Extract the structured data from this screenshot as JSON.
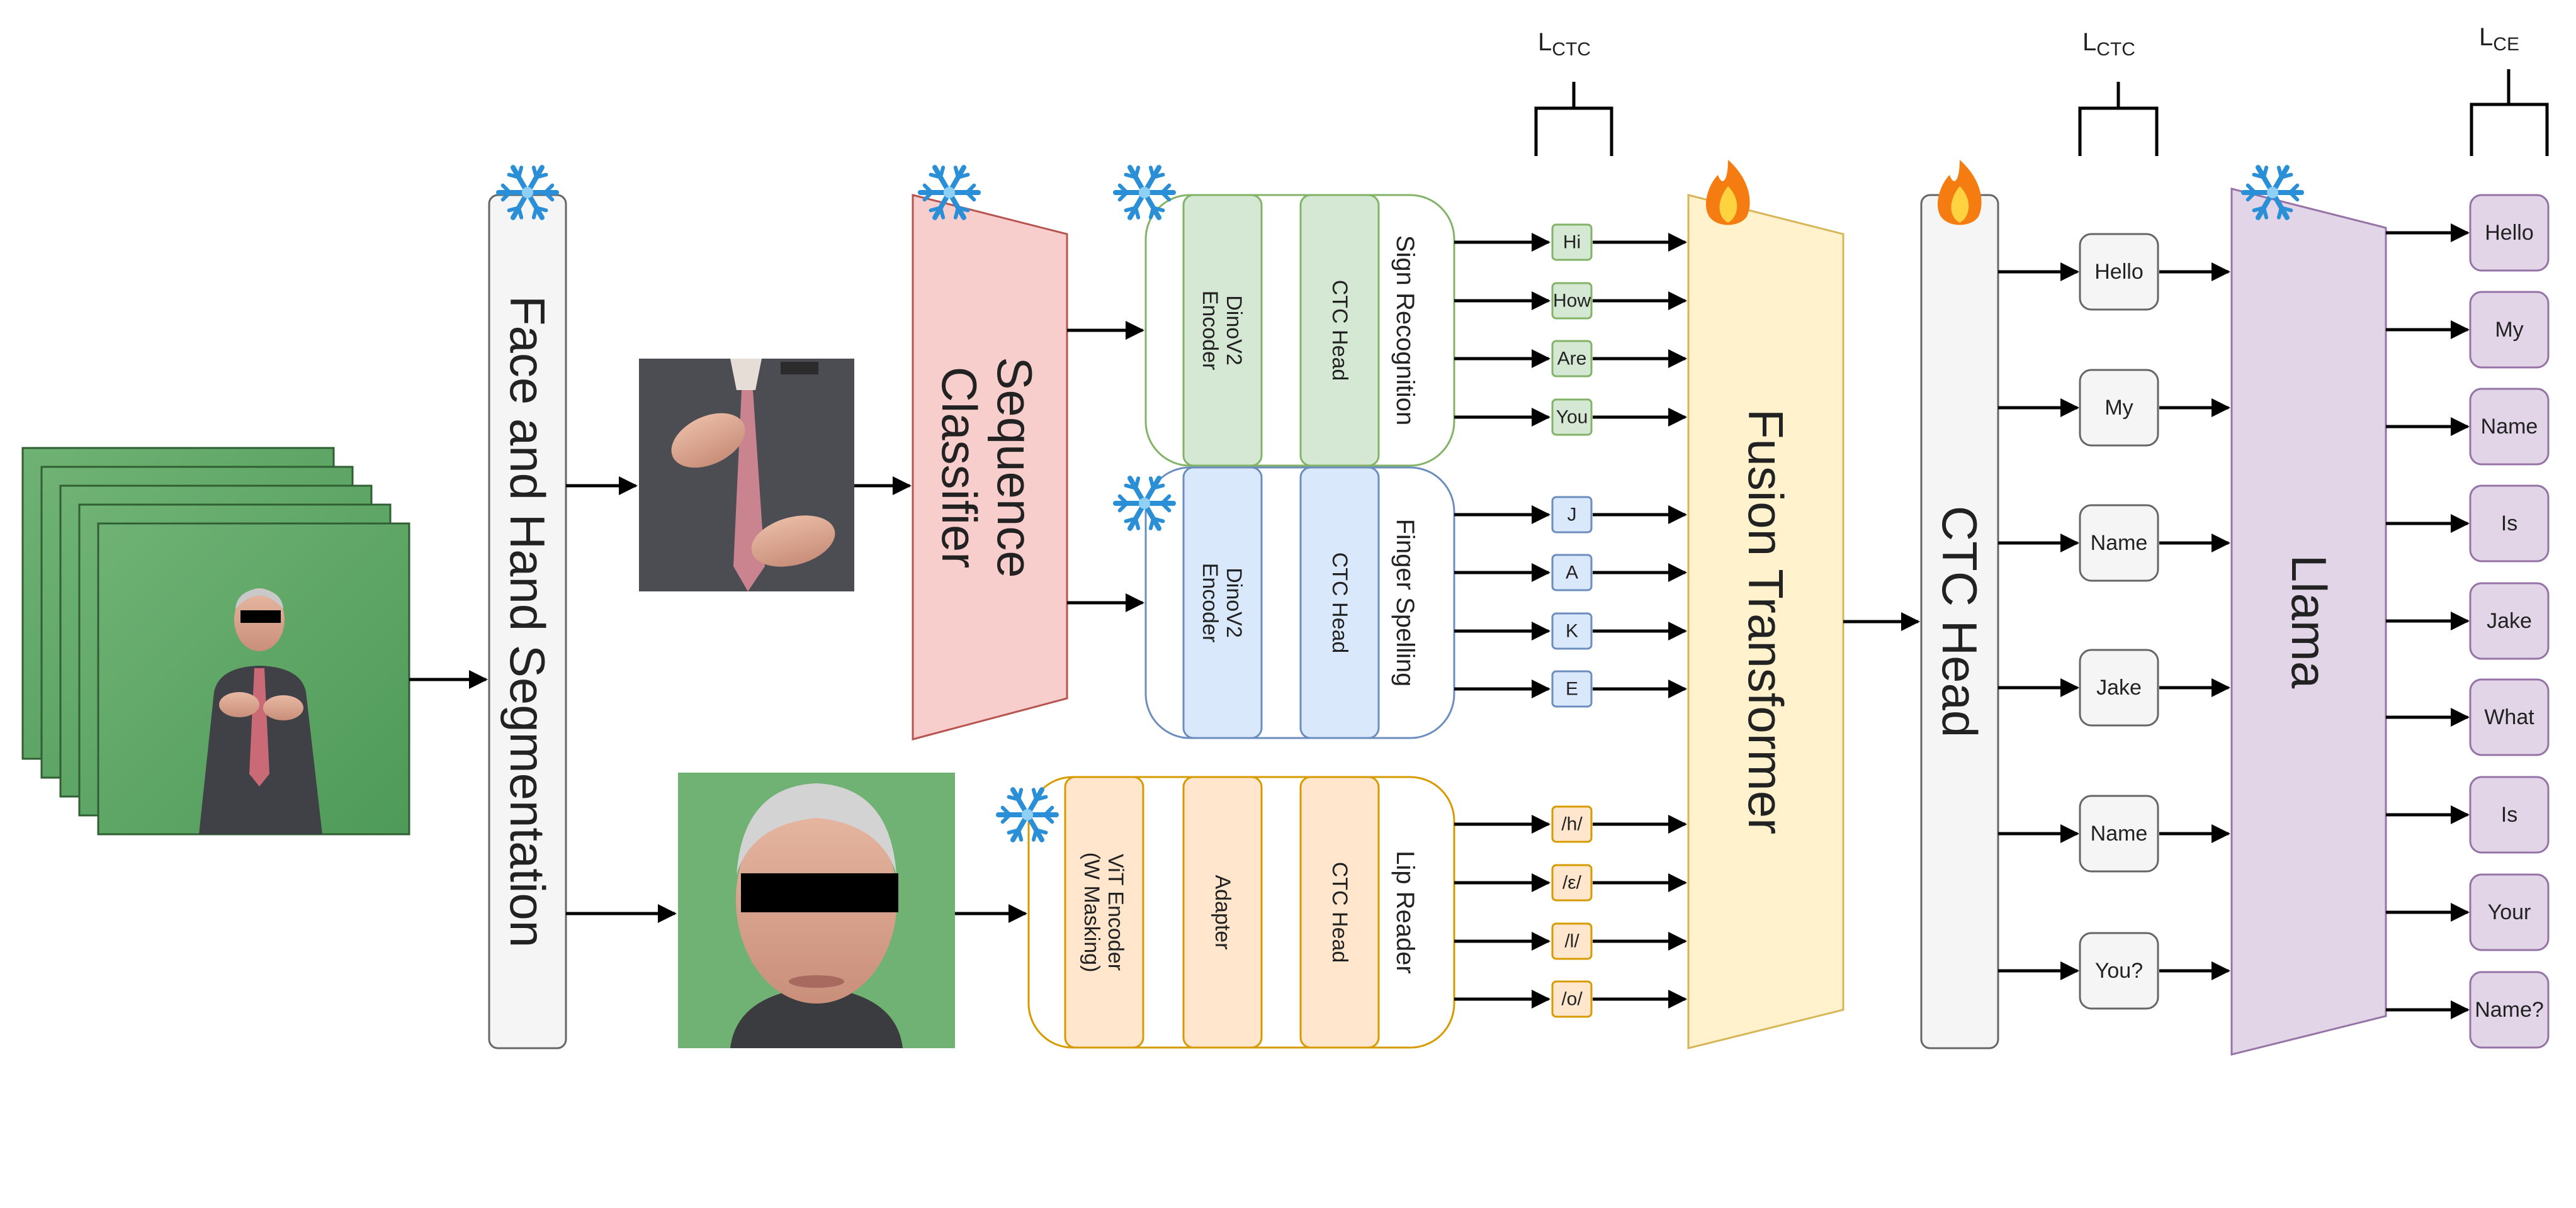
{
  "colors": {
    "green_fill": "#d5e8d4",
    "green_stroke": "#82b366",
    "blue_fill": "#dae8fc",
    "blue_stroke": "#6c8ebf",
    "orange_fill": "#ffe6cc",
    "orange_stroke": "#d79b00",
    "red_fill": "#f8cecc",
    "red_stroke": "#b85450",
    "yellow_fill": "#fff2cc",
    "yellow_stroke": "#d6b656",
    "purple_fill": "#e1d5e7",
    "purple_stroke": "#9673a6",
    "gray_fill": "#f5f5f5",
    "gray_stroke": "#666666"
  },
  "icons": {
    "frozen": "snowflake-icon",
    "trainable": "fire-icon"
  },
  "segmentation": {
    "label": "Face and Hand Segmentation"
  },
  "classifier": {
    "label_line1": "Sequence",
    "label_line2": "Classifier"
  },
  "sign_recognition": {
    "title": "Sign Recognition",
    "encoder_line1": "DinoV2",
    "encoder_line2": "Encoder",
    "head": "CTC Head",
    "tokens": [
      "Hi",
      "How",
      "Are",
      "You"
    ]
  },
  "finger_spelling": {
    "title": "Finger Spelling",
    "encoder_line1": "DinoV2",
    "encoder_line2": "Encoder",
    "head": "CTC Head",
    "tokens": [
      "J",
      "A",
      "K",
      "E"
    ]
  },
  "lip_reader": {
    "title": "Lip Reader",
    "encoder_line1": "ViT Encoder",
    "encoder_line2": "(W Masking)",
    "adapter": "Adapter",
    "head": "CTC Head",
    "tokens": [
      "/h/",
      "/ε/",
      "/l/",
      "/o/"
    ]
  },
  "fusion": {
    "label": "Fusion Transformer"
  },
  "ctc_head": {
    "label": "CTC Head"
  },
  "ctc_outputs": [
    "Hello",
    "My",
    "Name",
    "Jake",
    "Name",
    "You?"
  ],
  "llama": {
    "label": "Llama"
  },
  "llama_outputs": [
    "Hello",
    "My",
    "Name",
    "Is",
    "Jake",
    "What",
    "Is",
    "Your",
    "Name?"
  ],
  "losses": [
    {
      "main": "L",
      "sub": "CTC"
    },
    {
      "main": "L",
      "sub": "CTC"
    },
    {
      "main": "L",
      "sub": "CE"
    }
  ]
}
